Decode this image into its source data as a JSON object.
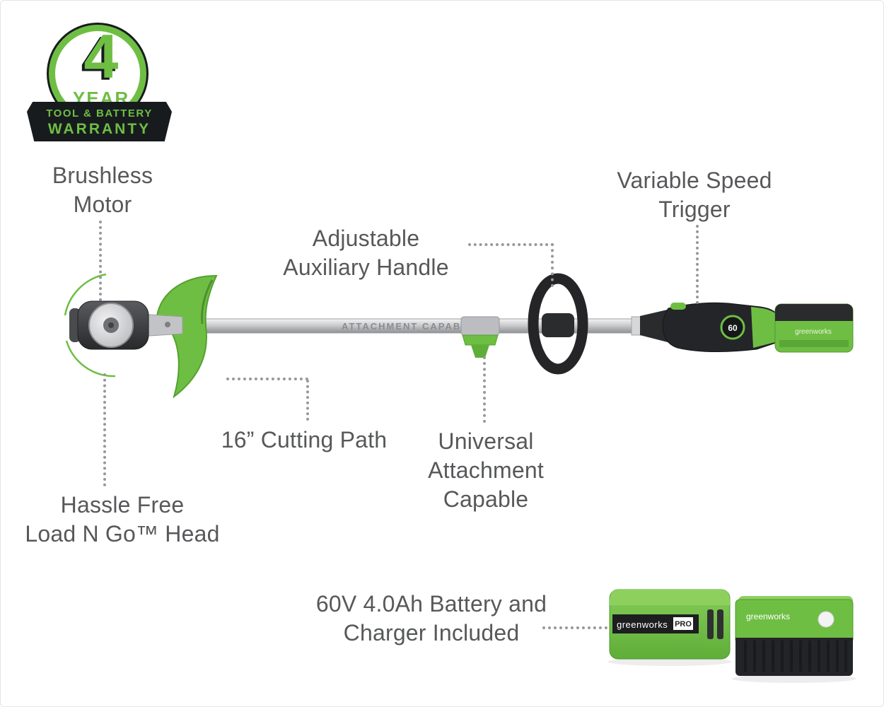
{
  "warranty_badge": {
    "number": "4",
    "year": "YEAR",
    "ribbon_line1": "TOOL & BATTERY",
    "ribbon_line2": "WARRANTY"
  },
  "callouts": {
    "brushless_motor": {
      "line1": "Brushless",
      "line2": "Motor"
    },
    "variable_speed": {
      "line1": "Variable Speed",
      "line2": "Trigger"
    },
    "aux_handle": {
      "line1": "Adjustable",
      "line2": "Auxiliary Handle"
    },
    "cutting_path": {
      "line1": "16” Cutting Path"
    },
    "universal_attachment": {
      "line1": "Universal",
      "line2": "Attachment",
      "line3": "Capable"
    },
    "load_n_go": {
      "line1": "Hassle Free",
      "line2": "Load N Go™ Head"
    },
    "battery_charger": {
      "line1": "60V 4.0Ah Battery and",
      "line2": "Charger Included"
    }
  },
  "trimmer": {
    "shaft_text": "ATTACHMENT CAPABLE ▸",
    "voltage_badge": "60",
    "battery_brand": "greenworks"
  },
  "charger": {
    "brand": "greenworks",
    "pro": "PRO"
  },
  "battery": {
    "brand": "greenworks"
  },
  "colors": {
    "green": "#6fbe44",
    "dark": "#232427",
    "label_gray": "#57585a",
    "leader_gray": "#96989b"
  }
}
